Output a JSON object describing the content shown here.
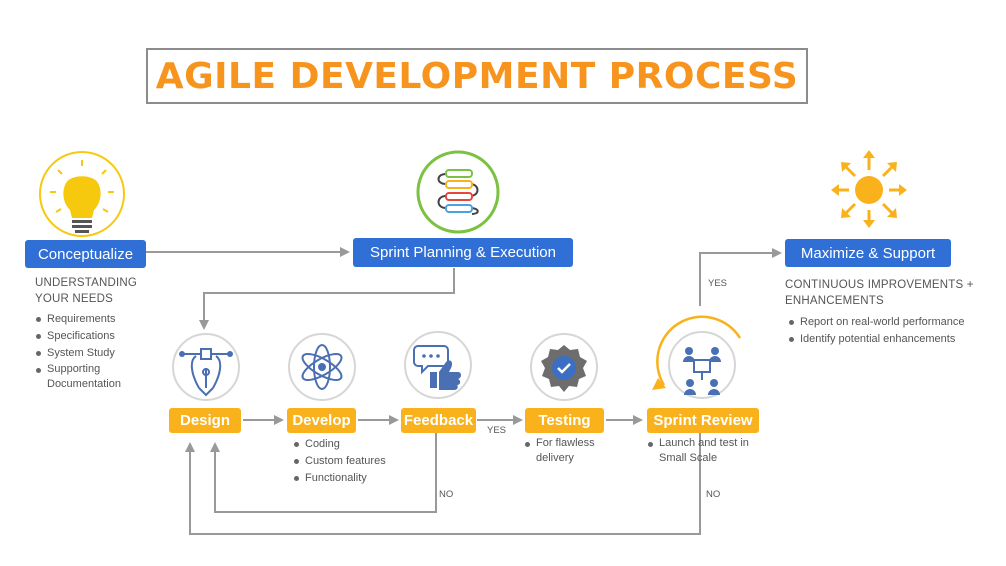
{
  "title": "AGILE DEVELOPMENT PROCESS",
  "colors": {
    "orange": "#f7941d",
    "blue": "#2f6fd6",
    "yellow": "#f9b21c",
    "arrow": "#999999",
    "icon_blue": "#4a6fb3"
  },
  "conceptualize": {
    "label": "Conceptualize",
    "heading": "UNDERSTANDING YOUR NEEDS",
    "items": [
      "Requirements",
      "Specifications",
      "System Study",
      "Supporting Documentation"
    ]
  },
  "sprint_planning": {
    "label": "Sprint Planning & Execution"
  },
  "maximize": {
    "label": "Maximize & Support",
    "heading": "CONTINUOUS IMPROVEMENTS + ENHANCEMENTS",
    "items": [
      "Report on real-world performance",
      "Identify potential enhancements"
    ]
  },
  "stages": {
    "design": {
      "label": "Design",
      "icon": "pen-tool-icon"
    },
    "develop": {
      "label": "Develop",
      "icon": "atom-icon",
      "items": [
        "Coding",
        "Custom features",
        "Functionality"
      ]
    },
    "feedback": {
      "label": "Feedback",
      "icon": "chat-thumbs-up-icon"
    },
    "testing": {
      "label": "Testing",
      "icon": "check-badge-icon",
      "items": [
        "For flawless delivery"
      ]
    },
    "sprint_review": {
      "label": "Sprint Review",
      "icon": "team-presentation-icon",
      "items": [
        "Launch and test in Small Scale"
      ]
    }
  },
  "edges": {
    "feedback_yes": "YES",
    "feedback_no": "NO",
    "review_yes": "YES",
    "review_no": "NO"
  }
}
